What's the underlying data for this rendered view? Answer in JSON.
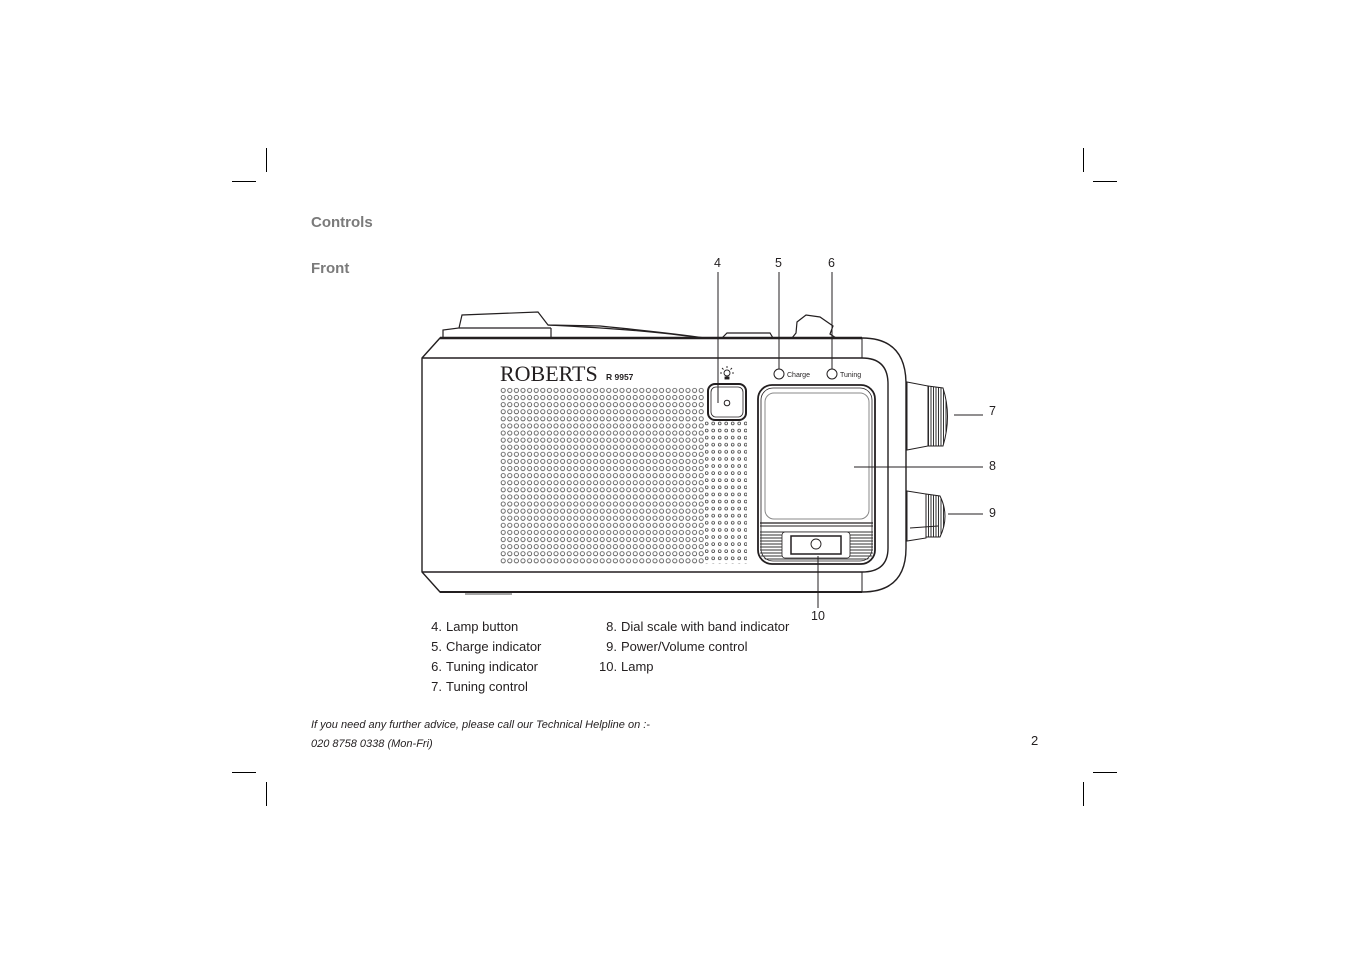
{
  "page": {
    "section_title": "Controls",
    "subsection_title": "Front",
    "page_number": "2"
  },
  "figure": {
    "brand": "ROBERTS",
    "model": "R 9957",
    "panel_labels": {
      "charge": "Charge",
      "tuning": "Tuning"
    },
    "callouts": [
      "4",
      "5",
      "6",
      "7",
      "8",
      "9",
      "10"
    ],
    "icons": [
      "lamp-icon",
      "speaker-grille",
      "dial-window",
      "tuning-knob",
      "volume-knob",
      "lamp-lens"
    ]
  },
  "legend": {
    "left": [
      {
        "num": "4.",
        "label": "Lamp button"
      },
      {
        "num": "5.",
        "label": "Charge indicator"
      },
      {
        "num": "6.",
        "label": "Tuning indicator"
      },
      {
        "num": "7.",
        "label": "Tuning control"
      }
    ],
    "right": [
      {
        "num": "8.",
        "label": "Dial scale with band indicator"
      },
      {
        "num": "9.",
        "label": "Power/Volume control"
      },
      {
        "num": "10.",
        "label": "Lamp"
      }
    ]
  },
  "footer": {
    "line1": "If you need any further advice, please call our Technical Helpline on :-",
    "line2": "020 8758 0338 (Mon-Fri)"
  }
}
